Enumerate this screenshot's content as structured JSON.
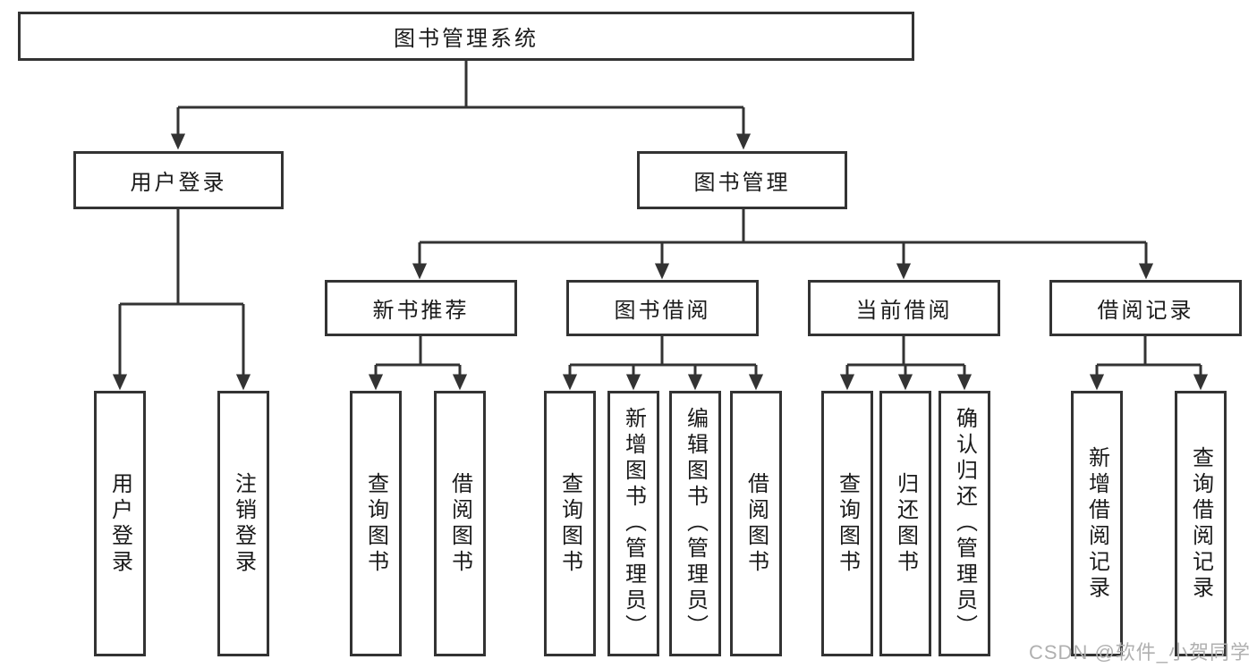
{
  "theme": {
    "background": "#ffffff",
    "line_color": "#333333",
    "text_color": "#1a1a1a",
    "watermark_color": "#b0b0b0"
  },
  "watermark": {
    "text": "CSDN @软件_小贺同学"
  },
  "tree": {
    "root": {
      "label": "图书管理系统"
    },
    "branches": [
      {
        "label": "用户登录",
        "children": [
          {
            "label": "用户登录"
          },
          {
            "label": "注销登录"
          }
        ]
      },
      {
        "label": "图书管理",
        "children": [
          {
            "label": "新书推荐",
            "children": [
              {
                "label": "查询图书"
              },
              {
                "label": "借阅图书"
              }
            ]
          },
          {
            "label": "图书借阅",
            "children": [
              {
                "label": "查询图书"
              },
              {
                "label": "新增图书（管理员）"
              },
              {
                "label": "编辑图书（管理员）"
              },
              {
                "label": "借阅图书"
              }
            ]
          },
          {
            "label": "当前借阅",
            "children": [
              {
                "label": "查询图书"
              },
              {
                "label": "归还图书"
              },
              {
                "label": "确认归还（管理员）"
              }
            ]
          },
          {
            "label": "借阅记录",
            "children": [
              {
                "label": "新增借阅记录"
              },
              {
                "label": "查询借阅记录"
              }
            ]
          }
        ]
      }
    ]
  }
}
